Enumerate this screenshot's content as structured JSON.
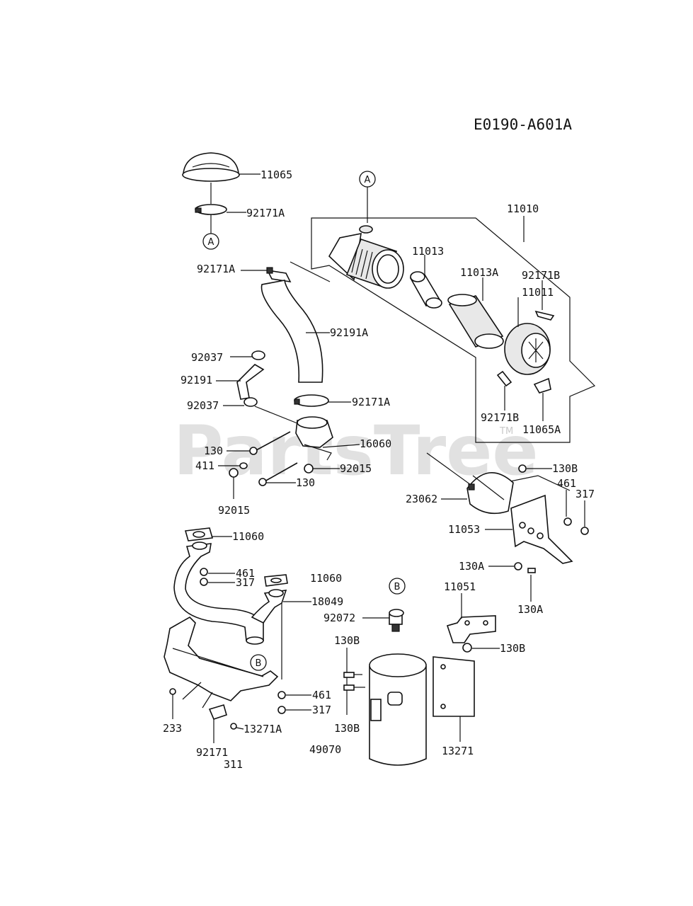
{
  "diagram_code": "E0190-A601A",
  "watermark": "PartsTree",
  "watermark_tm": "TM",
  "refs": {
    "a_top": "A",
    "a_bottom": "A",
    "b_right": "B",
    "b_left": "B"
  },
  "labels": {
    "l11065": "11065",
    "l92171A_top": "92171A",
    "l92171A_hose": "92171A",
    "l92191A": "92191A",
    "l92037_top": "92037",
    "l92191": "92191",
    "l92037_bot": "92037",
    "l92171A_clamp": "92171A",
    "l16060": "16060",
    "l130_a": "130",
    "l411": "411",
    "l92015_a": "92015",
    "l130_b": "130",
    "l92015_b": "92015",
    "l11010": "11010",
    "l11013": "11013",
    "l11013A": "11013A",
    "l92171B_top": "92171B",
    "l11011": "11011",
    "l92171B_bot": "92171B",
    "l11065A": "11065A",
    "l130B_a": "130B",
    "l461_a": "461",
    "l317_a": "317",
    "l23062": "23062",
    "l11053": "11053",
    "l130A_a": "130A",
    "l130A_b": "130A",
    "l11060_a": "11060",
    "l461_b": "461",
    "l317_b": "317",
    "l11060_b": "11060",
    "l18049": "18049",
    "l92072": "92072",
    "l11051": "11051",
    "l130B_b": "130B",
    "l130B_c": "130B",
    "l130B_d": "130B",
    "l461_c": "461",
    "l317_c": "317",
    "l233": "233",
    "l13271A": "13271A",
    "l92171": "92171",
    "l311": "311",
    "l49070": "49070",
    "l13271": "13271"
  }
}
